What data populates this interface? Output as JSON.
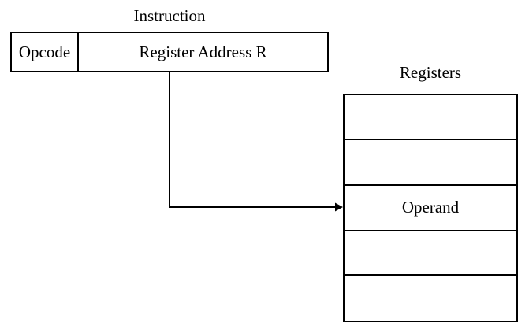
{
  "diagram": {
    "title": "Instruction",
    "instruction": {
      "fields": [
        {
          "label": "Opcode"
        },
        {
          "label": "Register Address R"
        }
      ]
    },
    "registers": {
      "label": "Registers",
      "rows": [
        "",
        "",
        "Operand",
        "",
        ""
      ]
    },
    "connector": {
      "description": "arrow-from-register-address-to-operand-row"
    },
    "colors": {
      "line": "#000000",
      "background": "#ffffff",
      "text": "#000000"
    }
  }
}
